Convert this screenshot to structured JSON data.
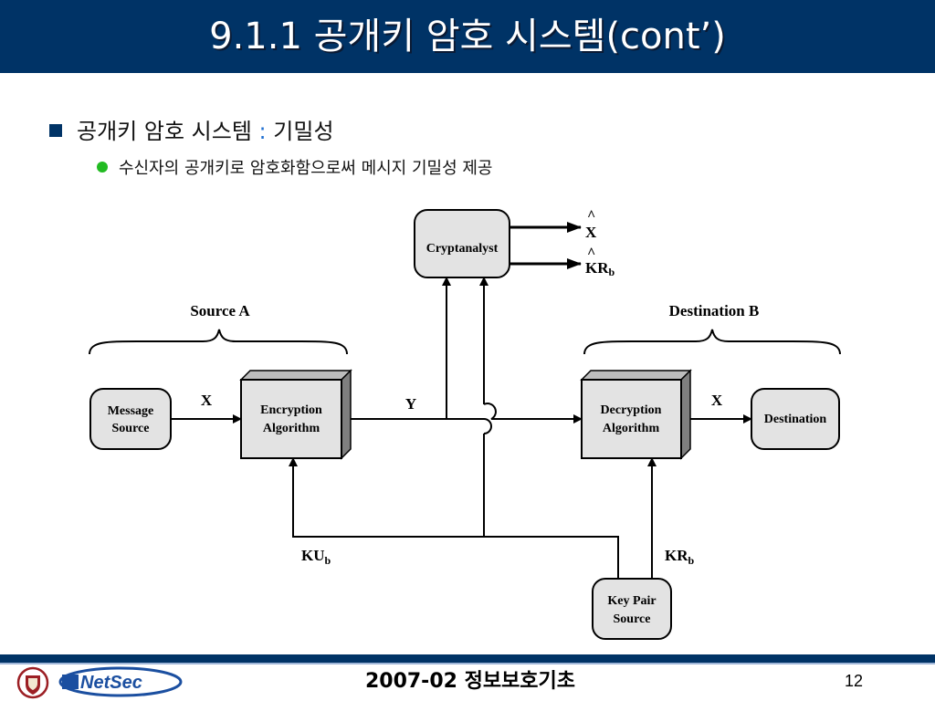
{
  "title": "9.1.1 공개키 암호 시스템(cont’)",
  "bullet1": {
    "text": "공개키 암호 시스템",
    "colon": ":",
    "topic": "기밀성"
  },
  "bullet2": {
    "text": "수신자의 공개키로 암호화함으로써 메시지 기밀성 제공"
  },
  "diagram": {
    "cryptanalyst": "Cryptanalyst",
    "x_hat": "X",
    "kr_hat": "KR",
    "kr_hat_sub": "b",
    "hat": "^",
    "source_label": "Source A",
    "dest_label": "Destination B",
    "message_source": [
      "Message",
      "Source"
    ],
    "encryption": [
      "Encryption",
      "Algorithm"
    ],
    "decryption": [
      "Decryption",
      "Algorithm"
    ],
    "destination": "Destination",
    "key_pair_source": [
      "Key Pair",
      "Source"
    ],
    "x_label_1": "X",
    "y_label": "Y",
    "x_label_2": "X",
    "ku": "KU",
    "ku_sub": "b",
    "kr": "KR",
    "kr_sub": "b"
  },
  "footer": {
    "course": "2007-02 정보보호기초",
    "page": "12",
    "logo_text": "NetSec"
  }
}
